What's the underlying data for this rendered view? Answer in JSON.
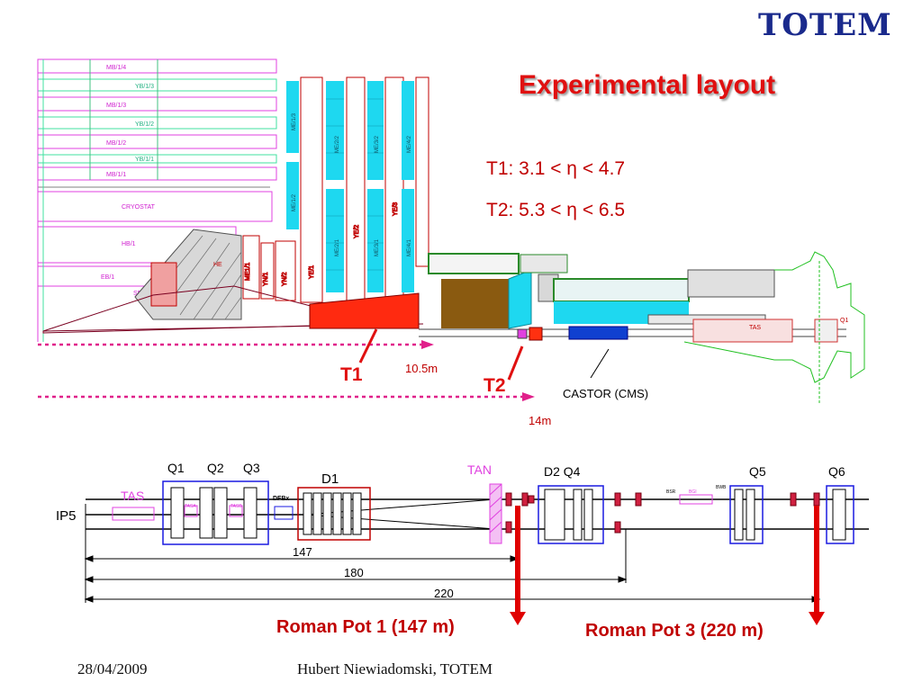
{
  "header": {
    "logo": "TOTEM",
    "title": "Experimental layout"
  },
  "eta_ranges": {
    "t1": "T1: 3.1 < η < 4.7",
    "t2": "T2: 5.3 < η < 6.5"
  },
  "cms_labels": {
    "mb14": "MB/1/4",
    "yb13": "YB/1/3",
    "mb13": "MB/1/3",
    "yb12": "YB/1/2",
    "mb12": "MB/1/2",
    "yb11": "YB/1/1",
    "mb11": "MB/1/1",
    "cryostat": "CRYOSTAT",
    "hb1": "HB/1",
    "eb1": "EB/1",
    "se": "SE",
    "he": "HE",
    "me11": "ME1/1",
    "yn1": "YN/1",
    "yn2": "YN/2",
    "ye1": "YE/1",
    "ye2": "YE/2",
    "ye3": "YE/3",
    "me12": "ME/1/2",
    "me13": "ME/1/3",
    "me22": "ME/2/2",
    "me21": "ME/2/1",
    "me32": "ME/3/2",
    "me31": "ME/3/1",
    "me42": "ME/4/2",
    "me41": "ME/4/1",
    "tas_right": "TAS",
    "q1_right": "Q1"
  },
  "detectors": {
    "t1_label": "T1",
    "t2_label": "T2",
    "t1_distance": "10.5m",
    "t2_distance": "14m",
    "castor": "CASTOR (CMS)"
  },
  "beamline": {
    "ip": "IP5",
    "q1": "Q1",
    "q2": "Q2",
    "q3": "Q3",
    "tas": "TAS",
    "tasa": "TASA",
    "tasb": "TASB",
    "dfbx": "DFBx",
    "d1": "D1",
    "tan": "TAN",
    "d2q4": "D2 Q4",
    "bsr": "BSR",
    "bgi": "BGI",
    "bwb": "BWB",
    "q5": "Q5",
    "q6": "Q6",
    "dist_147": "147",
    "dist_180": "180",
    "dist_220": "220"
  },
  "roman_pots": {
    "rp1": "Roman Pot 1 (147 m)",
    "rp3": "Roman Pot 3 (220 m)"
  },
  "footer": {
    "date": "28/04/2009",
    "author": "Hubert Niewiadomski, TOTEM"
  },
  "colors": {
    "logo_blue": "#1a2a8c",
    "title_red": "#e01010",
    "magenta": "#e040e0",
    "cyan": "#1ed8f0",
    "t1_red": "#ff2a10",
    "castor_blue": "#1040d0",
    "beam_box_blue": "#1a1ae0"
  }
}
